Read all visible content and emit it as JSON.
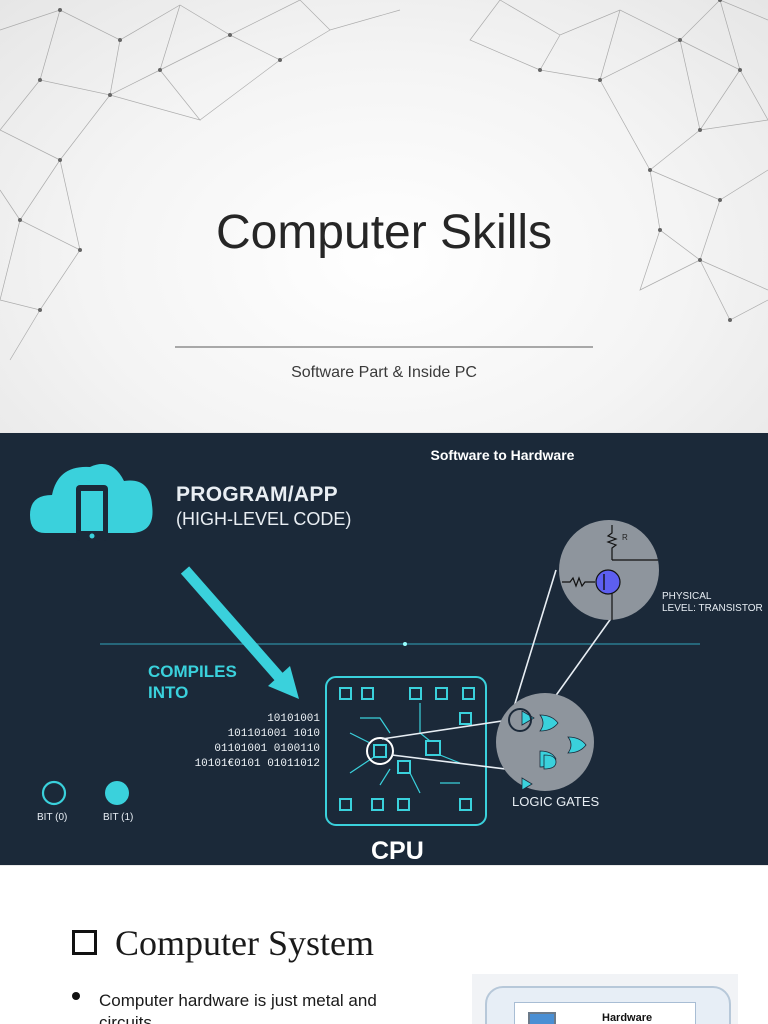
{
  "slide1": {
    "title": "Computer Skills",
    "subtitle": "Software Part & Inside PC"
  },
  "slide2": {
    "heading": "Software to Hardware",
    "program_label": "PROGRAM/APP",
    "program_sub": "(HIGH-LEVEL CODE)",
    "compiles_line1": "COMPILES",
    "compiles_line2": "INTO",
    "binary_lines": [
      "10101001",
      "101101001 1010",
      "01101001 0100110",
      "10101€0101 01011012"
    ],
    "bit0_label": "BIT (0)",
    "bit1_label": "BIT (1)",
    "cpu_label": "CPU",
    "logic_label": "LOGIC GATES",
    "physical_line1": "PHYSICAL",
    "physical_line2": "LEVEL: TRANSISTOR",
    "resistor_label": "R",
    "colors": {
      "background": "#1b2939",
      "accent": "#3ad1dc"
    }
  },
  "slide3": {
    "title": "Computer System",
    "bullet_text": "Computer hardware is just metal and circuits",
    "thumb_label": "Hardware"
  }
}
